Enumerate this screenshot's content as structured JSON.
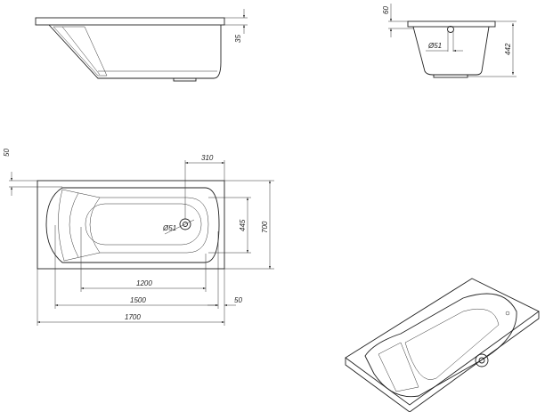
{
  "drawing": {
    "side_view": {
      "dim_rim": "35"
    },
    "end_view": {
      "dim_rim": "60",
      "dim_drain": "Ø51",
      "dim_height": "442"
    },
    "plan_view": {
      "dim_top_offset": "50",
      "dim_drain_offset": "310",
      "dim_drain": "Ø51",
      "dim_inner_width": "445",
      "dim_width": "700",
      "dim_bottom_length": "1200",
      "dim_inner_length": "1500",
      "dim_end_offset": "50",
      "dim_length": "1700"
    }
  }
}
